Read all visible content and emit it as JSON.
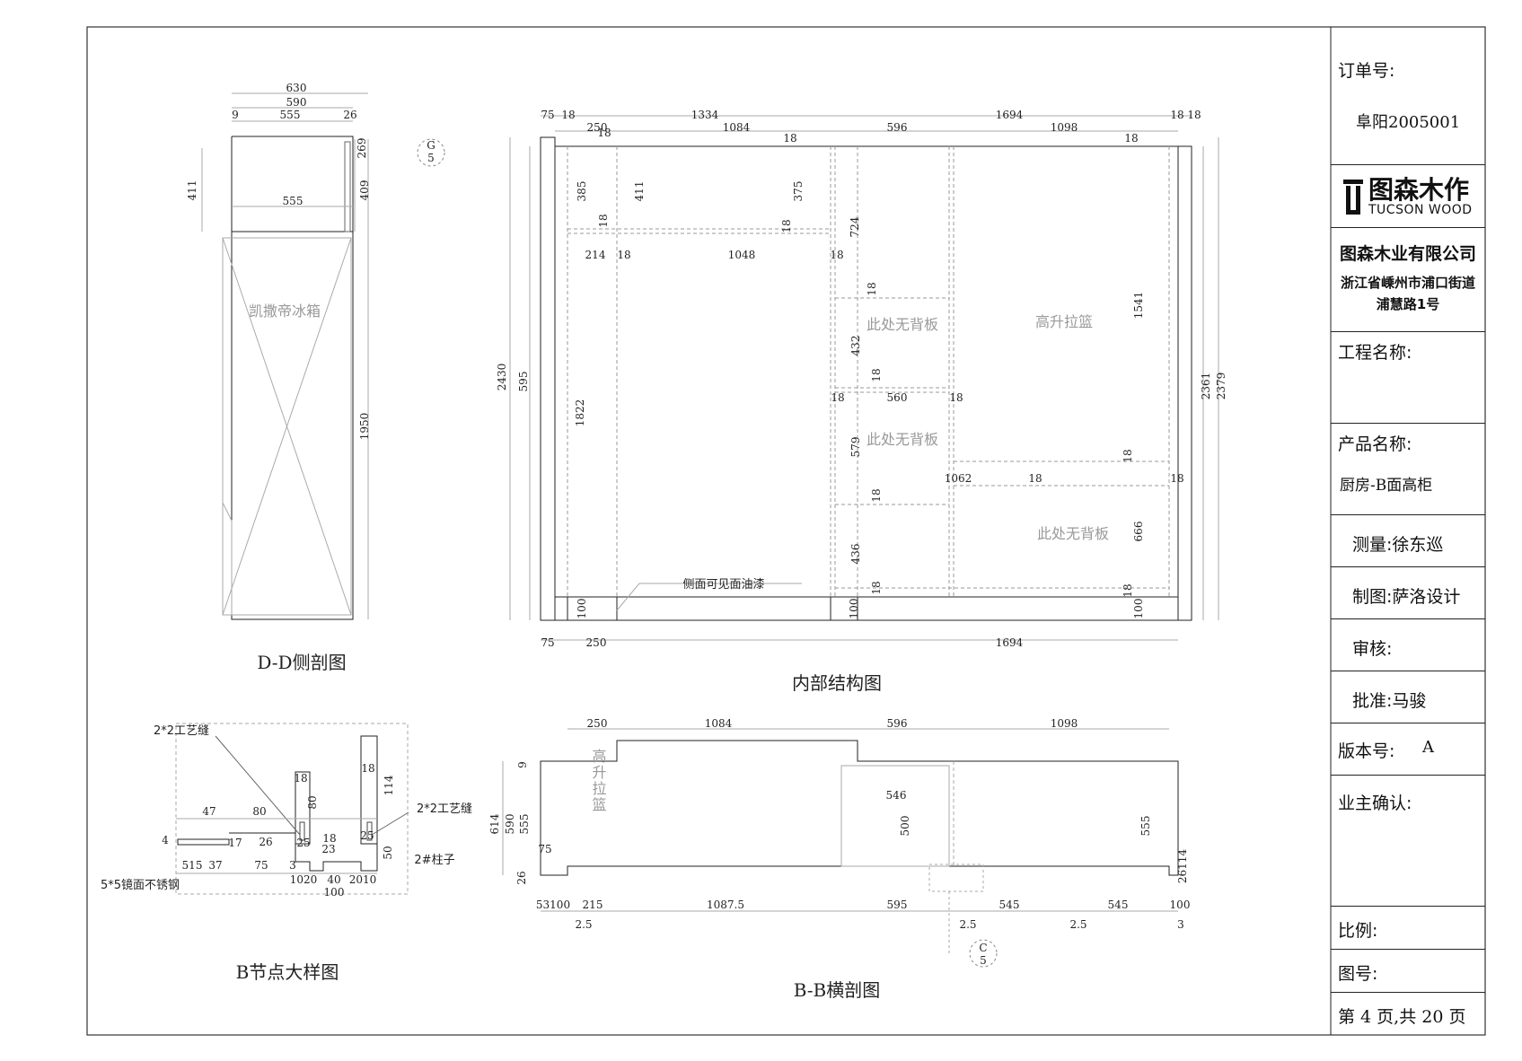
{
  "views": {
    "dd": {
      "title": "D-D侧剖图",
      "fridge": "凯撒帝冰箱",
      "dims": [
        "630",
        "590",
        "9",
        "555",
        "26",
        "269",
        "G",
        "5",
        "411",
        "555",
        "409",
        "1950"
      ]
    },
    "internal": {
      "title": "内部结构图",
      "notes": {
        "nb1": "此处无背板",
        "nb2": "此处无背板",
        "nb3": "此处无背板",
        "lift": "高升拉篮",
        "side": "侧面可见面油漆"
      },
      "dims": [
        "75",
        "18",
        "1334",
        "1694",
        "18",
        "18",
        "250",
        "18",
        "1084",
        "596",
        "1098",
        "18",
        "18",
        "385",
        "411",
        "375",
        "724",
        "18",
        "18",
        "214",
        "18",
        "1048",
        "18",
        "18",
        "432",
        "18",
        "18",
        "560",
        "18",
        "1541",
        "2430",
        "595",
        "1822",
        "579",
        "18",
        "18",
        "1062",
        "18",
        "18",
        "436",
        "666",
        "18",
        "18",
        "100",
        "100",
        "100",
        "75",
        "250",
        "1694",
        "2361",
        "2379"
      ]
    },
    "bnode": {
      "title": "B节点大样图",
      "labels": {
        "gap1": "2*2工艺缝",
        "gap2": "2*2工艺缝",
        "post": "2#柱子",
        "steel": "5*5镜面不锈钢"
      },
      "dims": [
        "18",
        "18",
        "47",
        "80",
        "80",
        "114",
        "17",
        "26",
        "25",
        "18",
        "25",
        "4",
        "515",
        "37",
        "75",
        "3",
        "23",
        "50",
        "1020",
        "40",
        "2010",
        "100"
      ]
    },
    "bb": {
      "title": "B-B横剖图",
      "lift": "高升拉篮",
      "dims": [
        "250",
        "1084",
        "596",
        "1098",
        "9",
        "614",
        "590",
        "555",
        "546",
        "500",
        "555",
        "75",
        "26",
        "26114",
        "53100",
        "215",
        "1087.5",
        "595",
        "545",
        "545",
        "100",
        "2.5",
        "2.5",
        "2.5",
        "3",
        "C",
        "5"
      ]
    }
  },
  "title_block": {
    "order_label": "订单号:",
    "order_value": "阜阳2005001",
    "brand_cn": "图森木作",
    "brand_en": "TUCSON WOOD",
    "company": "图森木业有限公司",
    "addr1": "浙江省嵊州市浦口街道",
    "addr2": "浦慧路1号",
    "project_label": "工程名称:",
    "product_label": "产品名称:",
    "product_value": "厨房-B面高柜",
    "measure": "测量:徐东巡",
    "drafting": "制图:萨洛设计",
    "review": "审核:",
    "approve": "批准:马骏",
    "version_label": "版本号:",
    "version_value": "A",
    "owner_label": "业主确认:",
    "scale_label": "比例:",
    "drawing_no_label": "图号:",
    "page": "第 4 页,共 20 页"
  },
  "colors": {
    "line": "#222222",
    "faint": "#9a9a9a",
    "dash": "#8c8c8c"
  }
}
